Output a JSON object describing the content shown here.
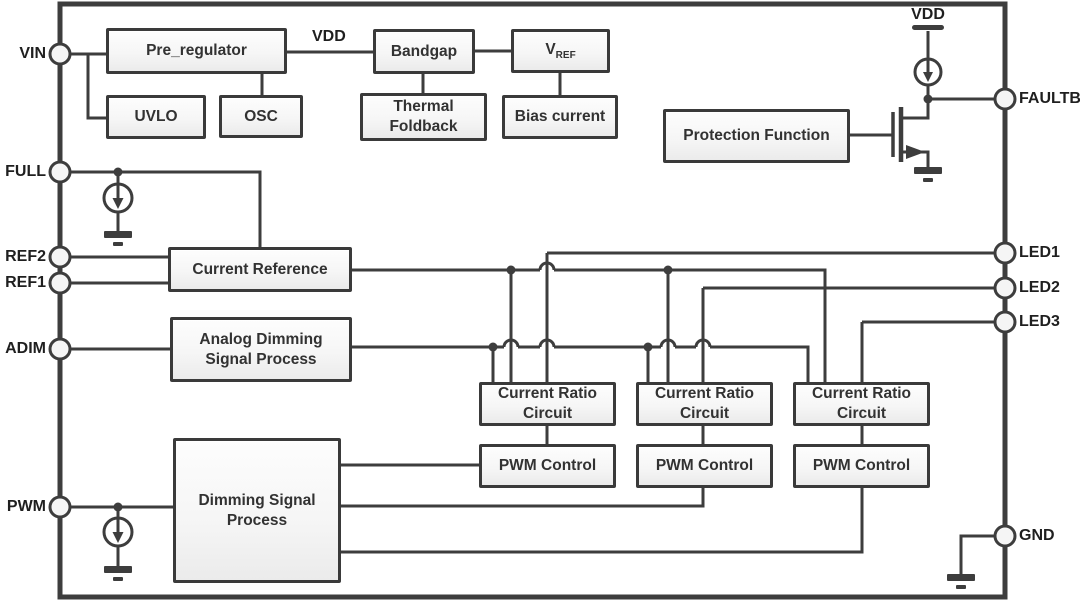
{
  "diagram_type": "ic-functional-block-diagram",
  "colors": {
    "wire": "#3d3d3d",
    "block_border": "#3a3a3a",
    "block_fill": "#f5f5f5",
    "text": "#323232",
    "pin_fill": "#f5f5f5",
    "background": "#ffffff"
  },
  "pins": {
    "left": [
      {
        "id": "vin",
        "label": "VIN"
      },
      {
        "id": "full",
        "label": "FULL"
      },
      {
        "id": "ref2",
        "label": "REF2"
      },
      {
        "id": "ref1",
        "label": "REF1"
      },
      {
        "id": "adim",
        "label": "ADIM"
      },
      {
        "id": "pwm",
        "label": "PWM"
      }
    ],
    "right": [
      {
        "id": "faultb",
        "label": "FAULTB"
      },
      {
        "id": "led1",
        "label": "LED1"
      },
      {
        "id": "led2",
        "label": "LED2"
      },
      {
        "id": "led3",
        "label": "LED3"
      },
      {
        "id": "gnd",
        "label": "GND"
      }
    ]
  },
  "supplies": {
    "vdd_rail_label": "VDD",
    "vdd_top_label": "VDD"
  },
  "blocks": {
    "pre_regulator": "Pre_regulator",
    "uvlo": "UVLO",
    "osc": "OSC",
    "bandgap": "Bandgap",
    "vref_main": "V",
    "vref_sub": "REF",
    "thermal_foldback": "Thermal Foldback",
    "bias_current": "Bias current",
    "protection_function": "Protection Function",
    "current_reference": "Current Reference",
    "analog_dimming": "Analog Dimming Signal Process",
    "current_ratio": "Current Ratio Circuit",
    "pwm_control": "PWM Control",
    "dimming_signal": "Dimming Signal Process"
  },
  "icons": {
    "current_source": "circle-with-down-arrow current source (x3)",
    "ground": "ground symbol (x4)",
    "transistor": "nmos open-drain transistor at FAULTB",
    "pin_terminal": "open circle pin terminal (x11)",
    "junction_dot": "solid connection dot",
    "wire_hop": "semicircular wire crossover hop"
  }
}
